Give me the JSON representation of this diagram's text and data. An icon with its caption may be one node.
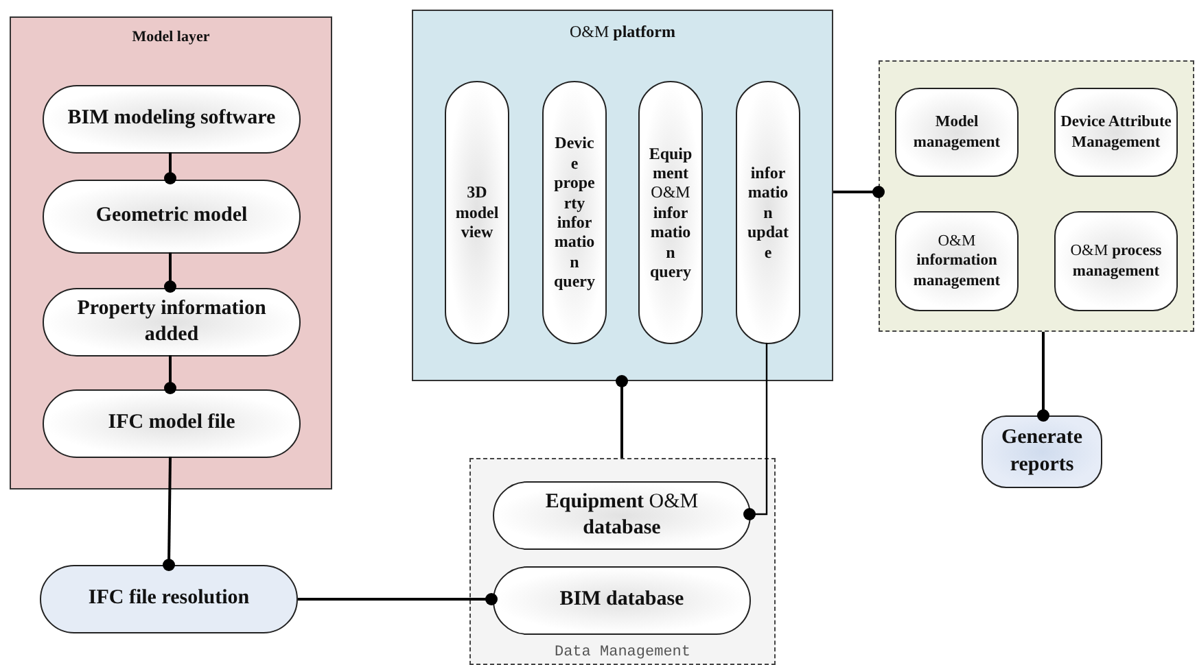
{
  "diagram": {
    "nodes": [
      {
        "text": [
          "Model layer"
        ]
      },
      {
        "text": [
          "BIM modeling software"
        ],
        "in": 0
      },
      {
        "text": [
          "Geometric model"
        ],
        "in": 0
      },
      {
        "text": [
          "Property information added"
        ],
        "in": 0
      },
      {
        "text": [
          "IFC model file"
        ],
        "in": 0
      },
      {
        "text": [
          "IFC file resolution"
        ]
      },
      {
        "text": [
          "O&M **platform**"
        ]
      },
      {
        "text": [
          "3D model view"
        ],
        "in": 6
      },
      {
        "text": [
          "Device property information query"
        ],
        "in": 6
      },
      {
        "text": [
          "**Equipment** O&M **information query**"
        ],
        "in": 6
      },
      {
        "text": [
          "information update"
        ],
        "in": 6
      },
      {
        "text": [],
        "shape": "box"
      },
      {
        "text": [
          "Model management"
        ],
        "in": 11
      },
      {
        "text": [
          "Device Attribute Management"
        ],
        "in": 11
      },
      {
        "text": [
          "O&M **information management**"
        ],
        "in": 11
      },
      {
        "text": [
          "O&M **process management**"
        ],
        "in": 11
      },
      {
        "text": [
          "Generate reports"
        ]
      },
      {
        "text": [
          "Data Management"
        ]
      },
      {
        "text": [
          "**Equipment** O&M **database**"
        ],
        "in": 17
      },
      {
        "text": [
          "BIM database"
        ],
        "in": 17
      }
    ],
    "edges": [
      {
        "from": 1,
        "to": 2,
        "arrow": "other"
      },
      {
        "from": 2,
        "to": 3,
        "arrow": "other"
      },
      {
        "from": 3,
        "to": 4,
        "arrow": "other"
      },
      {
        "from": 4,
        "to": 5,
        "arrow": "other"
      },
      {
        "from": 5,
        "to": 19,
        "arrow": "other"
      },
      {
        "from": 17,
        "to": 6,
        "arrow": "other"
      },
      {
        "from": 10,
        "to": 18,
        "arrow": "other"
      },
      {
        "from": 6,
        "to": 11,
        "arrow": "other"
      },
      {
        "from": 11,
        "to": 16,
        "arrow": "other"
      }
    ]
  }
}
